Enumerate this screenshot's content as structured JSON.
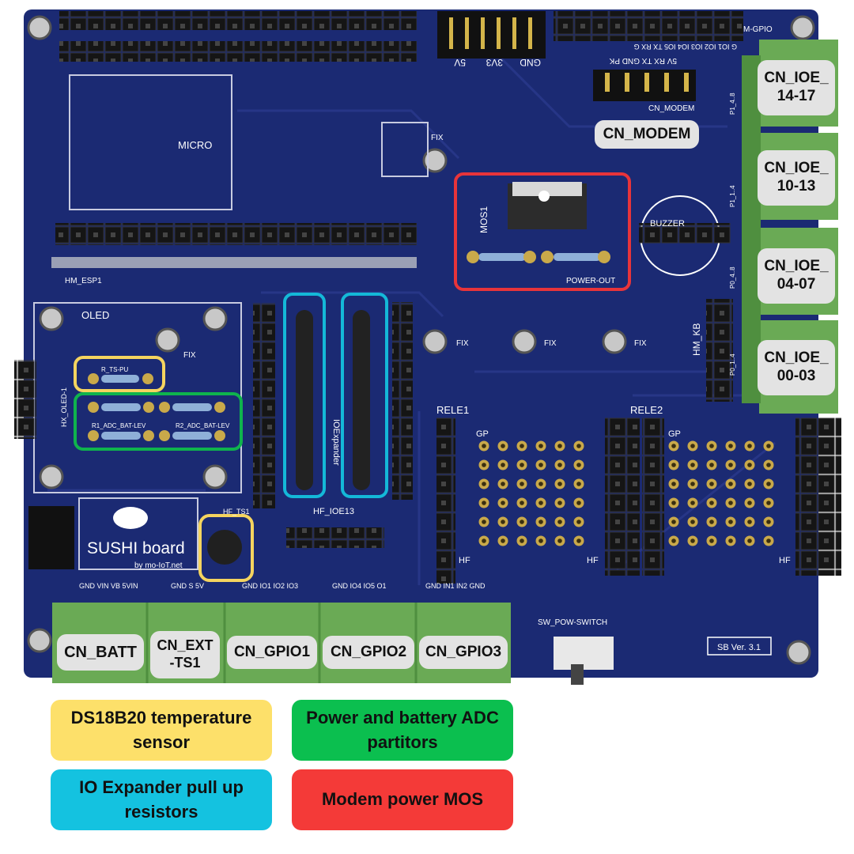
{
  "board": {
    "brand_name": "SUSHI board",
    "brand_url": "by mo-IoT.net",
    "version": "SB Ver. 3.1",
    "colors": {
      "pcb": "#1b2a73",
      "terminal": "#6aaa55",
      "header": "#1a1a1a",
      "pad": "#c9a94a",
      "highlight_yellow": "#f5d45f",
      "highlight_green": "#0fb34d",
      "highlight_cyan": "#14b8d8",
      "highlight_red": "#e8343a"
    },
    "silkscreen": {
      "micro": "MICRO",
      "hm_esp1": "HM_ESP1",
      "oled": "OLED",
      "hx_oled": "HX_OLED-1",
      "fix": "FIX",
      "mos1": "MOS1",
      "power_out": "POWER-OUT",
      "buzzer": "BUZZER",
      "cn_modem_silk": "CN_MODEM",
      "modem_pins": "5V  RX  TX  GND  PK",
      "m_gpio": "M-GPIO",
      "gpio_pins": "G  IO1 IO2 IO3 IO4 IO5 TX RX G",
      "power_pins": [
        "5V",
        "3V3",
        "GND"
      ],
      "hm_kb": "HM_KB",
      "rele1": "RELE1",
      "rele2": "RELE2",
      "gp": "GP",
      "hf": "HF",
      "r_ts_pu": "R_TS-PU",
      "r1_adc": "R1_ADC_BAT-LEV",
      "r2_adc": "R2_ADC_BAT-LEV",
      "hf_ts1": "HF_TS1",
      "ioexpander": "IOExpander",
      "hf_ioe13": "HF_IOE13",
      "sw_pow_switch": "SW_POW-SWITCH",
      "p1_48": "P1_4..8",
      "p1_14": "P1_1..4",
      "p0_48": "P0_4..8",
      "p0_14": "P0_1..4",
      "terminal_pins": {
        "batt": "GND VIN VB 5VIN",
        "ext": "GND  S  5V",
        "gpio1": "GND IO1 IO2 IO3",
        "gpio2": "GND IO4 IO5 O1",
        "gpio3": "GND IN1 IN2 GND"
      }
    }
  },
  "labels": {
    "cn_ioe_14_17": "CN_IOE_\n14-17",
    "cn_ioe_10_13": "CN_IOE_\n10-13",
    "cn_ioe_04_07": "CN_IOE_\n04-07",
    "cn_ioe_00_03": "CN_IOE_\n00-03",
    "cn_modem": "CN_MODEM",
    "cn_batt": "CN_BATT",
    "cn_ext_ts1": "CN_EXT\n-TS1",
    "cn_gpio1": "CN_GPIO1",
    "cn_gpio2": "CN_GPIO2",
    "cn_gpio3": "CN_GPIO3"
  },
  "legend": [
    {
      "text": "DS18B20 temperature\nsensor",
      "color": "#fde06a"
    },
    {
      "text": "Power and battery ADC\npartitors",
      "color": "#0bbf4f"
    },
    {
      "text": "IO Expander pull up\nresistors",
      "color": "#14c2e0"
    },
    {
      "text": "Modem power MOS",
      "color": "#f43a38"
    }
  ]
}
